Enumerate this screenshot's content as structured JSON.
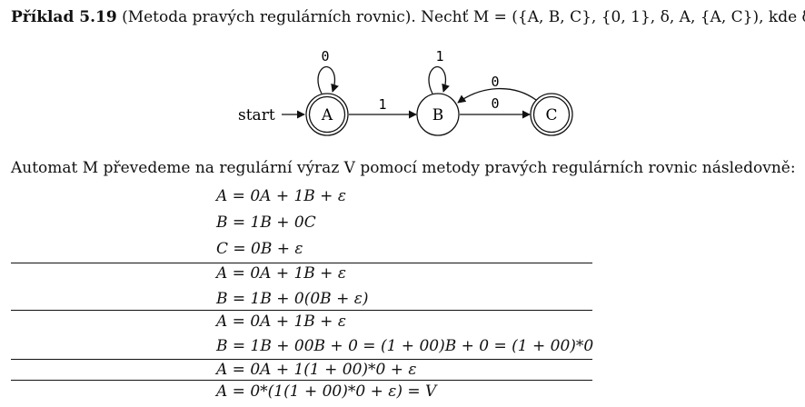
{
  "intro": {
    "label": "Příklad 5.19",
    "text": " (Metoda pravých regulárních rovnic). Nechť M = ({A, B, C}, {0, 1}, δ, A, {A, C}), kde δ:"
  },
  "automaton": {
    "start_label": "start",
    "states": {
      "A": "A",
      "B": "B",
      "C": "C"
    },
    "edge_labels": {
      "A_loop": "0",
      "B_loop": "1",
      "A_to_B": "1",
      "C_to_B": "0",
      "B_to_C": "0"
    }
  },
  "paragraph": "Automat M převedeme na regulární výraz V pomocí metody pravých regulárních rovnic následovně:",
  "equations": [
    "A = 0A + 1B + ε",
    "B = 1B + 0C",
    "C = 0B + ε",
    "A = 0A + 1B + ε",
    "B = 1B + 0(0B + ε)",
    "A = 0A + 1B + ε",
    "B = 1B + 00B + 0 = (1 + 00)B + 0 = (1 + 00)*0",
    "A = 0A + 1(1 + 00)*0 + ε",
    "A = 0*(1(1 + 00)*0 + ε) = V"
  ]
}
